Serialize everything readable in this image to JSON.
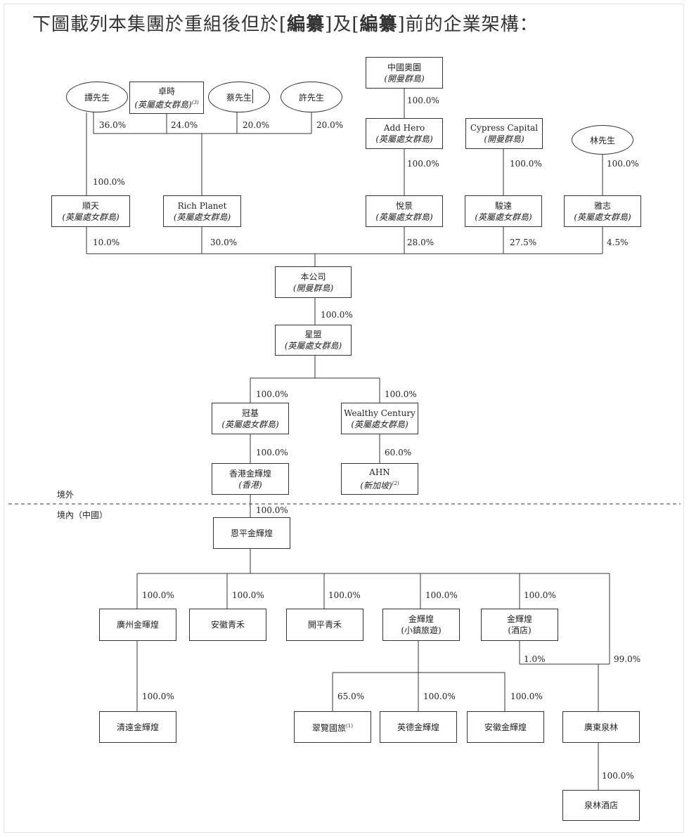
{
  "title": {
    "before": "下圖載列本集團於重組後但於[",
    "redacted1": "編纂",
    "middle": "]及[",
    "redacted2": "編纂",
    "after": "]前的企業架構："
  },
  "zones": {
    "offshore": "境外",
    "onshore": "境內（中國）"
  },
  "shareholders": {
    "tan": "譚先生",
    "zhuoshi": {
      "name": "卓時",
      "place": "(英屬處女群島)",
      "note": "(3)"
    },
    "cai": "蔡先生",
    "xu": "許先生",
    "zhongguo_aoyuan": {
      "name": "中國奧園",
      "place": "(開曼群島)"
    },
    "add_hero": {
      "name": "Add Hero",
      "place": "(英屬處女群島)"
    },
    "cypress": {
      "name": "Cypress Capital",
      "place": "(開曼群島)"
    },
    "lin": "林先生"
  },
  "holdcos": {
    "shuntian": {
      "name": "順天",
      "place": "(英屬處女群島)"
    },
    "rich_planet": {
      "name": "Rich Planet",
      "place": "(英屬處女群島)"
    },
    "yuejing": {
      "name": "悅景",
      "place": "(英屬處女群島)"
    },
    "junda": {
      "name": "駿達",
      "place": "(英屬處女群島)"
    },
    "yazhi": {
      "name": "雅志",
      "place": "(英屬處女群島)"
    }
  },
  "company": {
    "name": "本公司",
    "place": "(開曼群島)"
  },
  "xingmeng": {
    "name": "星盟",
    "place": "(英屬處女群島)"
  },
  "guanji": {
    "name": "冠基",
    "place": "(英屬處女群島)"
  },
  "wealthy": {
    "name": "Wealthy Century",
    "place": "(英屬處女群島)"
  },
  "hk_jinhuihuang": {
    "name": "香港金輝煌",
    "place": "(香港)"
  },
  "ahn": {
    "name": "AHN",
    "place": "(新加坡)",
    "note": "(2)"
  },
  "enping": "恩平金輝煌",
  "subsidiaries": {
    "guangzhou": "廣州金暉煌",
    "anhui_qinghe": "安徽青禾",
    "kaiping_qinghe": "開平青禾",
    "town_tourism": {
      "name": "金輝煌",
      "place": "(小鎮旅遊)"
    },
    "hotel": {
      "name": "金輝煌",
      "place": "(酒店)"
    },
    "qingyuan": "清遠金輝煌",
    "cuilan": {
      "name": "翠覽國旅",
      "note": "(1)"
    },
    "yingde": "英德金輝煌",
    "anhui_jinhuihuang": "安徽金輝煌",
    "guangdong_quanlin": "廣東泉林",
    "quanlin_hotel": "泉林酒店"
  },
  "percentages": {
    "tan_zhuoshi": "36.0%",
    "zhuoshi_zhuoshi": "24.0%",
    "cai_zhuoshi": "20.0%",
    "xu_zhuoshi": "20.0%",
    "tan_shuntian": "100.0%",
    "aoyuan_addhero": "100.0%",
    "addhero_yuejing": "100.0%",
    "cypress_junda": "100.0%",
    "lin_yazhi": "100.0%",
    "shuntian_co": "10.0%",
    "richplanet_co": "30.0%",
    "yuejing_co": "28.0%",
    "junda_co": "27.5%",
    "yazhi_co": "4.5%",
    "co_xingmeng": "100.0%",
    "xingmeng_guanji": "100.0%",
    "xingmeng_wealthy": "100.0%",
    "guanji_hk": "100.0%",
    "wealthy_ahn": "60.0%",
    "hk_enping": "100.0%",
    "enping_guangzhou": "100.0%",
    "enping_anhui": "100.0%",
    "enping_kaiping": "100.0%",
    "enping_town": "100.0%",
    "enping_hotel": "100.0%",
    "guangzhou_qingyuan": "100.0%",
    "town_cuilan": "65.0%",
    "town_yingde": "100.0%",
    "town_anhui": "100.0%",
    "hotel_guangdong": "1.0%",
    "enping_guangdong": "99.0%",
    "guangdong_quanlin_hotel": "100.0%"
  }
}
